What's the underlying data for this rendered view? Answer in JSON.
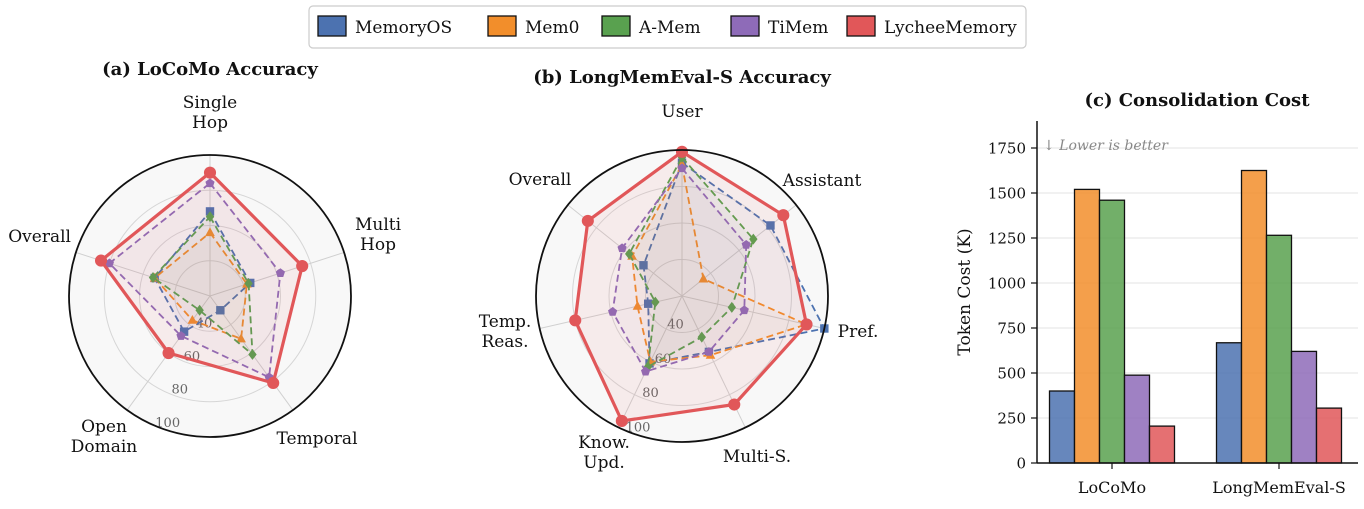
{
  "legend": [
    {
      "name": "MemoryOS",
      "color": "#4C72B0",
      "marker": "square"
    },
    {
      "name": "Mem0",
      "color": "#F28E2B",
      "marker": "triangle"
    },
    {
      "name": "A-Mem",
      "color": "#59A14F",
      "marker": "diamond"
    },
    {
      "name": "TiMem",
      "color": "#8E6BB8",
      "marker": "pentagon"
    },
    {
      "name": "LycheeMemory",
      "color": "#E15759",
      "marker": "circle"
    }
  ],
  "chart_data": [
    {
      "type": "radar",
      "title": "(a) LoCoMo Accuracy",
      "rlim": [
        20,
        100
      ],
      "rticks": [
        "40",
        "60",
        "80",
        "100"
      ],
      "axes": [
        [
          "Single",
          "Hop"
        ],
        [
          "Multi",
          "Hop"
        ],
        [
          "Temporal"
        ],
        [
          "Open",
          "Domain"
        ],
        [
          "Overall"
        ]
      ],
      "series": [
        {
          "name": "MemoryOS",
          "values": [
            68,
            44,
            30,
            45,
            53
          ]
        },
        {
          "name": "Mem0",
          "values": [
            56,
            42,
            50,
            37,
            53
          ]
        },
        {
          "name": "A-Mem",
          "values": [
            65,
            43,
            61,
            30,
            54
          ]
        },
        {
          "name": "TiMem",
          "values": [
            84,
            62,
            77,
            48,
            80
          ]
        },
        {
          "name": "LycheeMemory",
          "values": [
            90,
            75,
            81,
            60,
            85
          ]
        }
      ]
    },
    {
      "type": "radar",
      "title": "(b) LongMemEval-S Accuracy",
      "rlim": [
        20,
        100
      ],
      "rticks": [
        "40",
        "60",
        "80",
        "100"
      ],
      "axes": [
        [
          "User"
        ],
        [
          "Assistant"
        ],
        [
          "Pref."
        ],
        [
          "Multi-S."
        ],
        [
          "Know.",
          "Upd."
        ],
        [
          "Temp.",
          "Reas."
        ],
        [
          "Overall"
        ]
      ],
      "series": [
        {
          "name": "MemoryOS",
          "values": [
            93,
            82,
            100,
            54,
            61,
            39,
            47
          ]
        },
        {
          "name": "Mem0",
          "values": [
            92,
            35,
            90,
            56,
            60,
            45,
            55
          ]
        },
        {
          "name": "A-Mem",
          "values": [
            96,
            70,
            48,
            45,
            63,
            35,
            57
          ]
        },
        {
          "name": "TiMem",
          "values": [
            90,
            65,
            55,
            54,
            66,
            59,
            62
          ]
        },
        {
          "name": "LycheeMemory",
          "values": [
            99,
            91,
            90,
            86,
            96,
            80,
            86
          ]
        }
      ]
    },
    {
      "type": "bar",
      "title": "(c) Consolidation Cost",
      "ylabel": "Token Cost (K)",
      "annotation": "↓ Lower is better",
      "categories": [
        "LoCoMo",
        "LongMemEval-S"
      ],
      "ylim": [
        0,
        1900
      ],
      "yticks": [
        0,
        250,
        500,
        750,
        1000,
        1250,
        1500,
        1750
      ],
      "series": [
        {
          "name": "MemoryOS",
          "values": [
            400,
            668
          ]
        },
        {
          "name": "Mem0",
          "values": [
            1520,
            1625
          ]
        },
        {
          "name": "A-Mem",
          "values": [
            1460,
            1265
          ]
        },
        {
          "name": "TiMem",
          "values": [
            488,
            620
          ]
        },
        {
          "name": "LycheeMemory",
          "values": [
            205,
            305
          ]
        }
      ]
    }
  ]
}
